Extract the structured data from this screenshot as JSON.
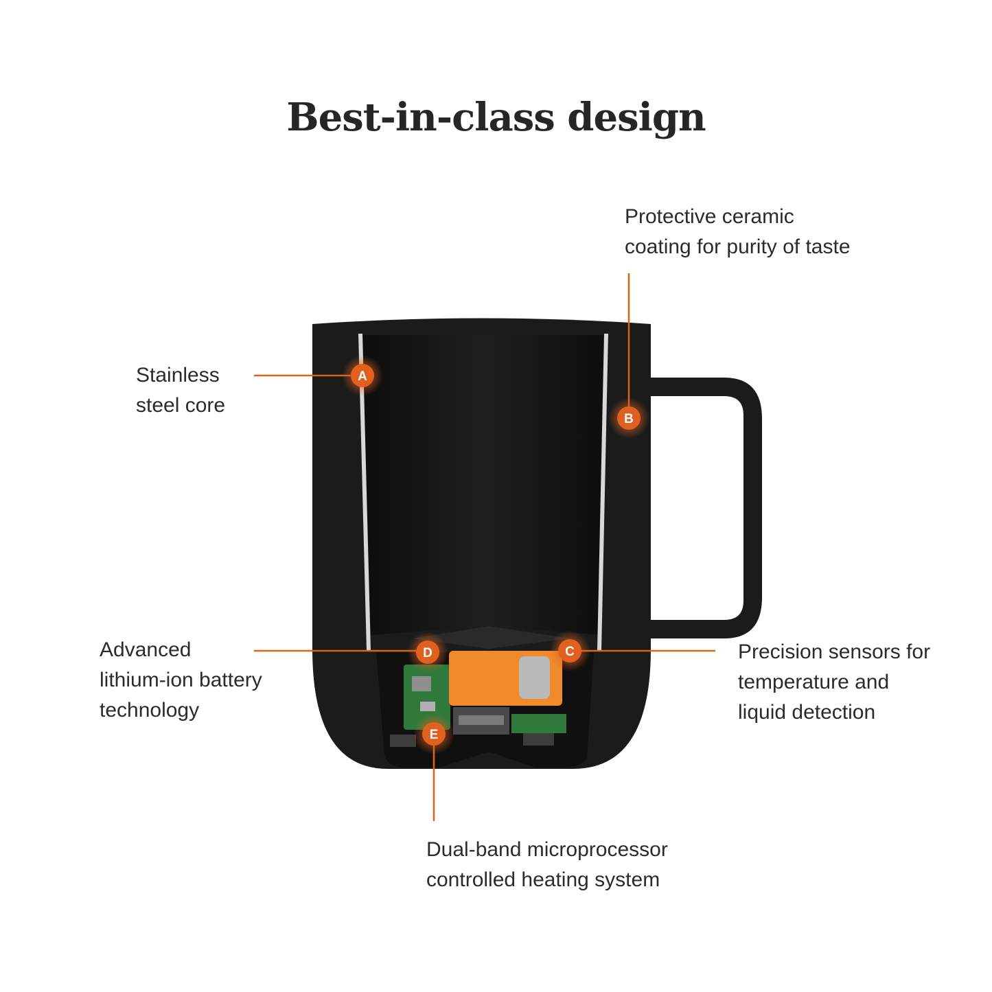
{
  "title": "Best-in-class design",
  "accent_color": "#e0601f",
  "mug_color": "#1b1b1b",
  "callouts": {
    "a": {
      "marker": "A",
      "lines": [
        "Stainless",
        "steel core"
      ]
    },
    "b": {
      "marker": "B",
      "lines": [
        "Protective ceramic",
        "coating for purity of taste"
      ]
    },
    "c": {
      "marker": "C",
      "lines": [
        "Precision sensors for",
        "temperature and",
        "liquid detection"
      ]
    },
    "d": {
      "marker": "D",
      "lines": [
        "Advanced",
        "lithium-ion battery",
        "technology"
      ]
    },
    "e": {
      "marker": "E",
      "lines": [
        "Dual-band microprocessor",
        "controlled heating system"
      ]
    }
  }
}
